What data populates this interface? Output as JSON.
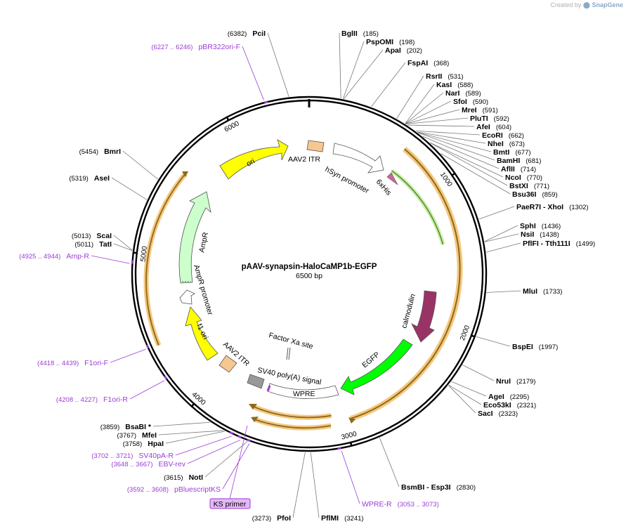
{
  "credit": {
    "prefix": "Created by",
    "brand": "SnapGene"
  },
  "plasmid": {
    "name": "pAAV-synapsin-HaloCaMP1b-EGFP",
    "size_label": "6500 bp"
  },
  "ticks": [
    {
      "label": "1000"
    },
    {
      "label": "2000"
    },
    {
      "label": "3000"
    },
    {
      "label": "4000"
    },
    {
      "label": "5000"
    },
    {
      "label": "6000"
    }
  ],
  "enzymes": [
    {
      "name": "PciI",
      "pos": "(6382)"
    },
    {
      "name": "BglII",
      "pos": "(185)"
    },
    {
      "name": "PspOMI",
      "pos": "(198)"
    },
    {
      "name": "ApaI",
      "pos": "(202)"
    },
    {
      "name": "FspAI",
      "pos": "(368)"
    },
    {
      "name": "RsrII",
      "pos": "(531)"
    },
    {
      "name": "KasI",
      "pos": "(588)"
    },
    {
      "name": "NarI",
      "pos": "(589)"
    },
    {
      "name": "SfoI",
      "pos": "(590)"
    },
    {
      "name": "MreI",
      "pos": "(591)"
    },
    {
      "name": "PluTI",
      "pos": "(592)"
    },
    {
      "name": "AfeI",
      "pos": "(604)"
    },
    {
      "name": "EcoRI",
      "pos": "(662)"
    },
    {
      "name": "NheI",
      "pos": "(673)"
    },
    {
      "name": "BmtI",
      "pos": "(677)"
    },
    {
      "name": "BamHI",
      "pos": "(681)"
    },
    {
      "name": "AflII",
      "pos": "(714)"
    },
    {
      "name": "NcoI",
      "pos": "(770)"
    },
    {
      "name": "BstXI",
      "pos": "(771)"
    },
    {
      "name": "Bsu36I",
      "pos": "(859)"
    },
    {
      "name": "PaeR7I - XhoI",
      "pos": "(1302)"
    },
    {
      "name": "SphI",
      "pos": "(1436)"
    },
    {
      "name": "NsiI",
      "pos": "(1438)"
    },
    {
      "name": "PflFI - Tth111I",
      "pos": "(1499)"
    },
    {
      "name": "MluI",
      "pos": "(1733)"
    },
    {
      "name": "BspEI",
      "pos": "(1997)"
    },
    {
      "name": "NruI",
      "pos": "(2179)"
    },
    {
      "name": "AgeI",
      "pos": "(2295)"
    },
    {
      "name": "Eco53kI",
      "pos": "(2321)"
    },
    {
      "name": "SacI",
      "pos": "(2323)"
    },
    {
      "name": "BsmBI - Esp3I",
      "pos": "(2830)"
    },
    {
      "name": "PflMI",
      "pos": "(3241)"
    },
    {
      "name": "PfoI",
      "pos": "(3273)"
    },
    {
      "name": "NotI",
      "pos": "(3615)"
    },
    {
      "name": "HpaI",
      "pos": "(3758)"
    },
    {
      "name": "MfeI",
      "pos": "(3767)"
    },
    {
      "name": "BsaBI *",
      "pos": "(3859)"
    },
    {
      "name": "TatI",
      "pos": "(5011)"
    },
    {
      "name": "ScaI",
      "pos": "(5013)"
    },
    {
      "name": "AseI",
      "pos": "(5319)"
    },
    {
      "name": "BmrI",
      "pos": "(5454)"
    }
  ],
  "primers": [
    {
      "name": "pBR322ori-F",
      "range": "(6227 .. 6246)"
    },
    {
      "name": "Amp-R",
      "range": "(4925 .. 4944)"
    },
    {
      "name": "F1ori-F",
      "range": "(4418 .. 4439)"
    },
    {
      "name": "F1ori-R",
      "range": "(4208 .. 4227)"
    },
    {
      "name": "SV40pA-R",
      "range": "(3702 .. 3721)"
    },
    {
      "name": "EBV-rev",
      "range": "(3648 .. 3667)"
    },
    {
      "name": "pBluescriptKS",
      "range": "(3592 .. 3608)"
    },
    {
      "name": "WPRE-R",
      "range": "(3053 .. 3073)"
    }
  ],
  "features": [
    {
      "name": "AAV2 ITR"
    },
    {
      "name": "hSyn promoter"
    },
    {
      "name": "6xHis"
    },
    {
      "name": "calmodulin"
    },
    {
      "name": "EGFP"
    },
    {
      "name": "WPRE"
    },
    {
      "name": "SV40 poly(A) signal"
    },
    {
      "name": "AAV2 ITR"
    },
    {
      "name": "f1 ori"
    },
    {
      "name": "AmpR promoter"
    },
    {
      "name": "AmpR"
    },
    {
      "name": "ori"
    },
    {
      "name": "Factor Xa site"
    }
  ],
  "extra": {
    "ks_primer": "KS primer"
  },
  "colors": {
    "ori": "#ffff00",
    "ampr": "#ccffcc",
    "aav_itr": "#f8c690",
    "promoter": "#ffffff",
    "calmodulin": "#993366",
    "egfp": "#00ff00",
    "his": "#cc6699",
    "sv40": "#999999",
    "primer": "#9b3cd6",
    "orf_orange": "#f5c77e",
    "orf_brown": "#8b6a1a",
    "green_arc": "#4a9a1a"
  }
}
